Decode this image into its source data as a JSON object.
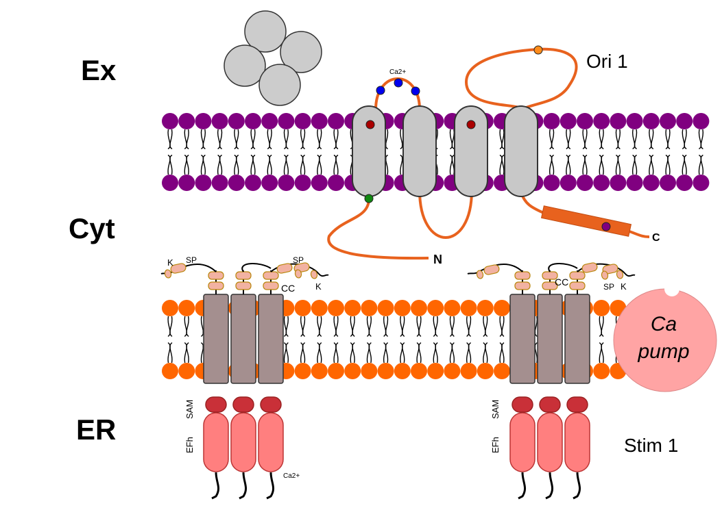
{
  "regions": {
    "ex": "Ex",
    "cyt": "Cyt",
    "er": "ER"
  },
  "orai": {
    "name": "Ori 1",
    "ca_label": "Ca2+",
    "n_terminus": "N",
    "c_terminus": "C"
  },
  "stim": {
    "name": "Stim 1",
    "domain_labels": {
      "k": "K",
      "sp": "SP",
      "cc": "CC",
      "sam": "SAM",
      "efh": "EFh"
    },
    "ca_label": "Ca2+"
  },
  "pump": {
    "line1": "Ca",
    "line2": "pump"
  },
  "colors": {
    "plasma_lipid_head": "#800080",
    "er_lipid_head": "#ff6600",
    "orai_loop": "#e8621e",
    "orai_helix": "#c8c8c8",
    "stim_tm": "#a48f8f",
    "sam_domain": "#c93038",
    "efh_domain": "#ff7f7f",
    "cc_domain": "#f2b2a2",
    "ca_pump": "#ffa4a4",
    "vesicle": "#cccccc"
  },
  "icons": [
    "vesicle-cluster",
    "phospholipid-bilayer",
    "ca-ion-dot"
  ]
}
